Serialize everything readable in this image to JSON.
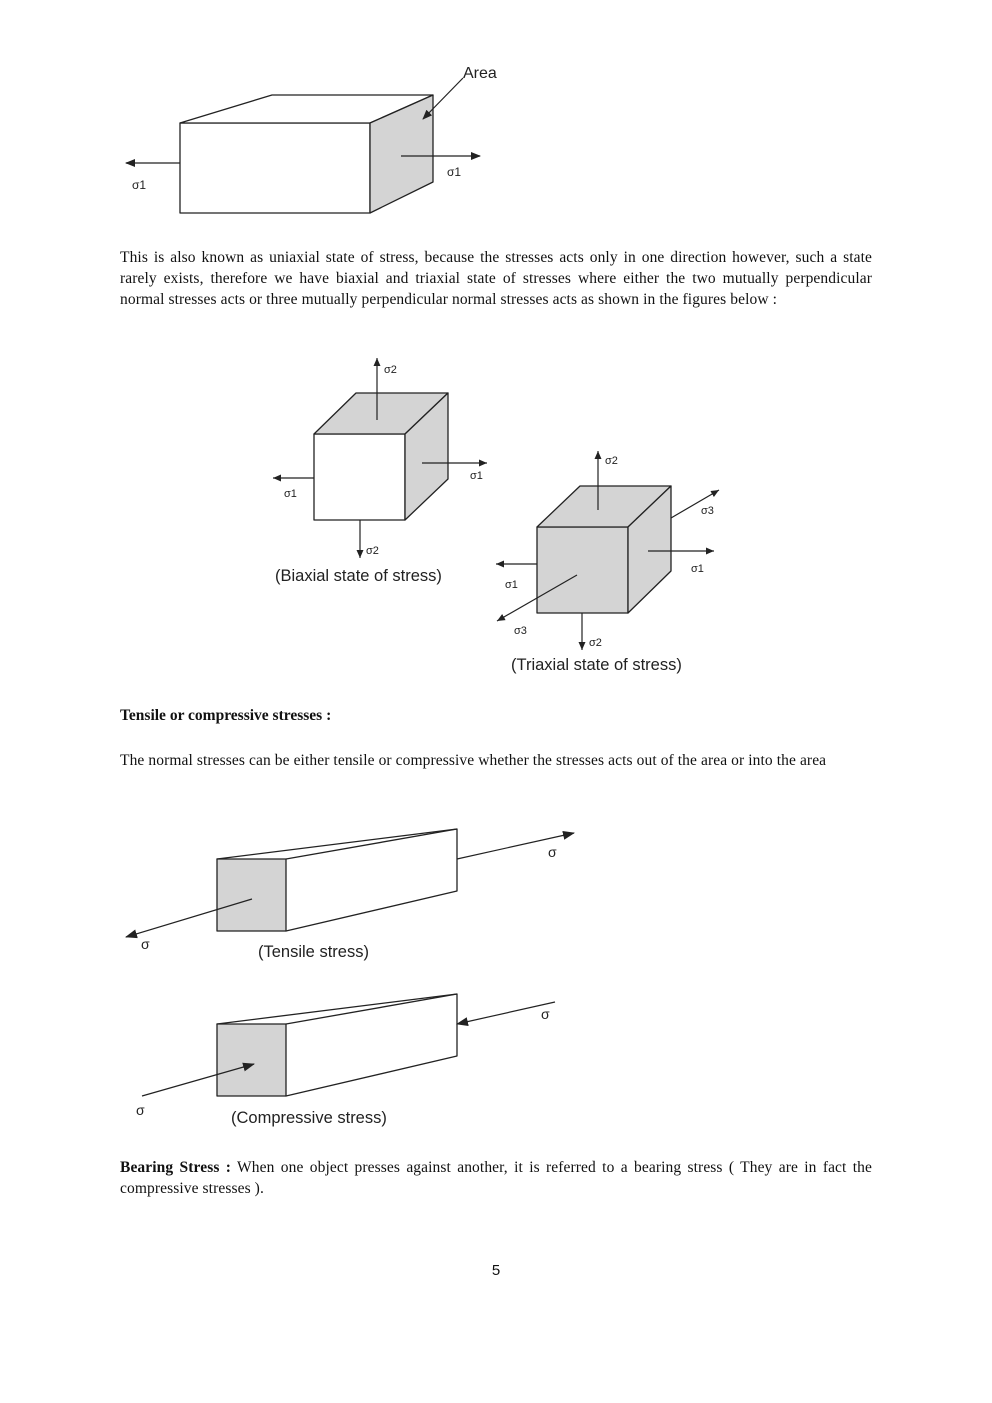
{
  "figure1": {
    "area_label": "Area",
    "sigma_left": "σ1",
    "sigma_right": "σ1"
  },
  "paragraph1": "This is also known as uniaxial state of stress, because the stresses acts only in one direction however, such a state rarely exists, therefore we have biaxial and triaxial state of stresses where either the two mutually perpendicular normal stresses acts or three mutually perpendicular normal stresses acts as shown in the figures below :",
  "biaxial": {
    "sigma2_top": "σ2",
    "sigma1_right": "σ1",
    "sigma1_left": "σ1",
    "sigma2_bottom": "σ2",
    "caption": "(Biaxial state of stress)"
  },
  "triaxial": {
    "sigma2_top": "σ2",
    "sigma3_right": "σ3",
    "sigma1_right": "σ1",
    "sigma1_left": "σ1",
    "sigma3_left": "σ3",
    "sigma2_bottom": "σ2",
    "caption": "(Triaxial state of stress)"
  },
  "heading_tensile": "Tensile or compressive stresses :",
  "paragraph2": "The normal stresses can be either tensile or compressive whether the stresses acts out of the area or into the area",
  "tensile": {
    "sigma_right": "σ",
    "sigma_left": "σ",
    "caption": "(Tensile stress)"
  },
  "compressive": {
    "sigma_right": "σ",
    "sigma_left": "σ",
    "caption": "(Compressive stress)"
  },
  "bearing": {
    "term": "Bearing Stress :",
    "text": " When one object presses against another, it is referred to a bearing stress ( They are in fact the compressive stresses )."
  },
  "page_number": "5",
  "colors": {
    "shade": "#d4d4d4",
    "stroke": "#222222"
  }
}
